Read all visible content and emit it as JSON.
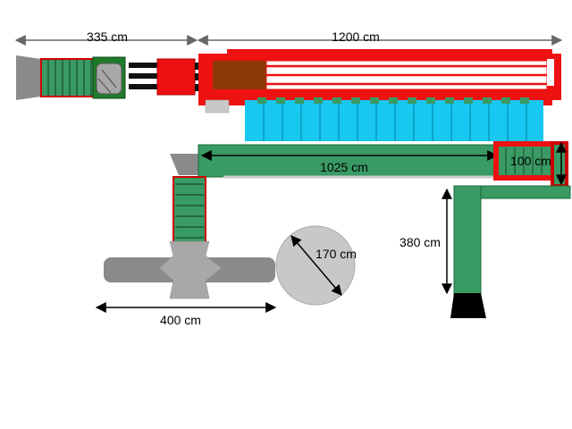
{
  "dimensions": {
    "upper_left_length": "335 cm",
    "upper_right_length": "1200 cm",
    "long_conveyor_length": "1025 cm",
    "end_box_height": "100 cm",
    "vertical_conveyor_height": "380 cm",
    "lower_bar_length": "400 cm",
    "disc_diameter": "170 cm"
  },
  "colors": {
    "red": "#ee1111",
    "dark_red": "#cc0000",
    "green": "#3a9a64",
    "dark_green": "#1f7a2a",
    "grey": "#8a8a8a",
    "light_grey": "#c8c8c8",
    "cyan": "#18c8f0",
    "brown": "#8b3a06",
    "black": "#000000"
  }
}
